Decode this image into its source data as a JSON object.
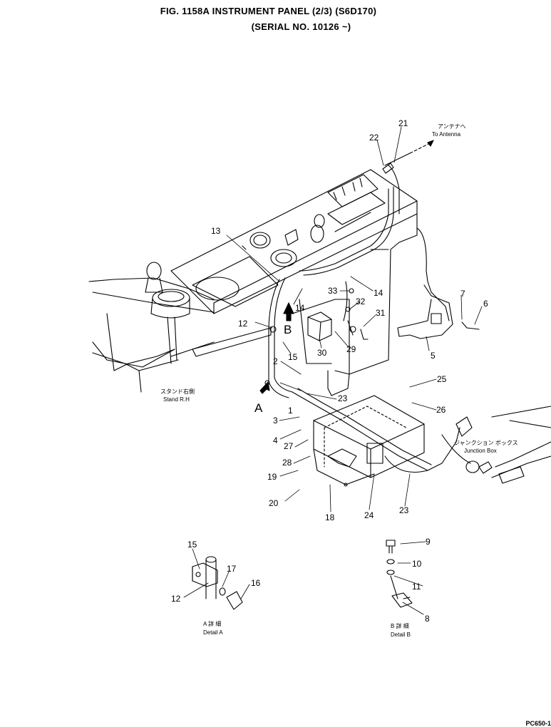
{
  "header": {
    "title_line1": "FIG. 1158A   INSTRUMENT PANEL (2/3) (S6D170)",
    "title_line2": "(SERIAL NO. 10126 ~)"
  },
  "callouts": [
    "21",
    "22",
    "13",
    "12",
    "14",
    "14",
    "33",
    "32",
    "31",
    "30",
    "29",
    "15",
    "7",
    "6",
    "5",
    "25",
    "26",
    "23",
    "2",
    "3",
    "4",
    "27",
    "28",
    "19",
    "20",
    "18",
    "24",
    "23",
    "1",
    "9",
    "10",
    "11",
    "8",
    "15",
    "17",
    "16",
    "12"
  ],
  "view_markers": {
    "a": "A",
    "b": "B"
  },
  "text_labels": {
    "antenna_jp": "アンテナへ",
    "antenna_en": "To Antenna",
    "stand_jp": "スタンド右側",
    "stand_en": "Stand R.H",
    "junction_jp": "ジャンクション ボックス",
    "junction_en": "Junction Box",
    "detail_a_jp": "A 詳 細",
    "detail_a_en": "Detail A",
    "detail_b_jp": "B 詳 細",
    "detail_b_en": "Detail B"
  },
  "page_code": "PC650-1"
}
